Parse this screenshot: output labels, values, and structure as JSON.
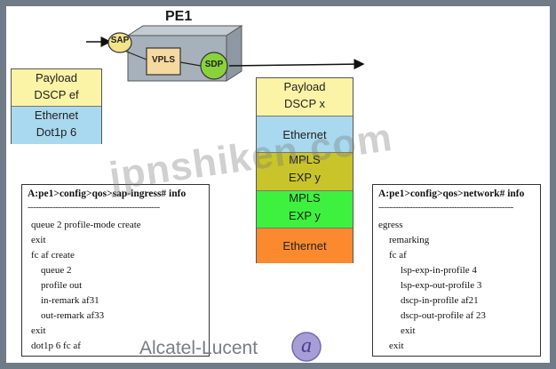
{
  "diagram": {
    "title": "PE1",
    "nodes": {
      "sap": "SAP",
      "vpls": "VPLS",
      "sdp": "SDP"
    },
    "ingress_packet": [
      "Payload",
      "DSCP ef",
      "Ethernet",
      "Dot1p 6"
    ],
    "egress_packet": [
      "Payload",
      "DSCP x",
      "Ethernet",
      "MPLS",
      "EXP y",
      "MPLS",
      "EXP y",
      "Ethernet"
    ],
    "colors": {
      "payload": "#fbf3a6",
      "ethernet": "#a9d9ee",
      "mpls_olive": "#c9c42a",
      "mpls_green": "#3ef13e",
      "ethernet_orange": "#fb8a2e",
      "sap_fill": "#f3e38a",
      "sdp_fill": "#89d23c",
      "vpls_fill": "#f5d9a0",
      "pe_box": "#a7b1bb"
    }
  },
  "sap_ingress_config": {
    "header": "A:pe1>config>qos>sap-ingress# info",
    "separator": "-----------------------------------------------",
    "lines": [
      "queue 2 profile-mode create",
      "exit",
      "fc af create",
      "queue 2",
      "profile out",
      "in-remark af31",
      "out-remark af33",
      "exit",
      "dot1p 6 fc af"
    ]
  },
  "network_config": {
    "header": "A:pe1>config>qos>network# info",
    "separator": "------------------------------------------------",
    "lines": [
      "egress",
      "remarking",
      "fc af",
      "lsp-exp-in-profile 4",
      "lsp-exp-out-profile 3",
      "dscp-in-profile af21",
      "dscp-out-profile af 23",
      "exit",
      "exit"
    ]
  },
  "watermark": "jpnshiken.com",
  "branding": {
    "name": "Alcatel-Lucent",
    "mark": "a"
  }
}
